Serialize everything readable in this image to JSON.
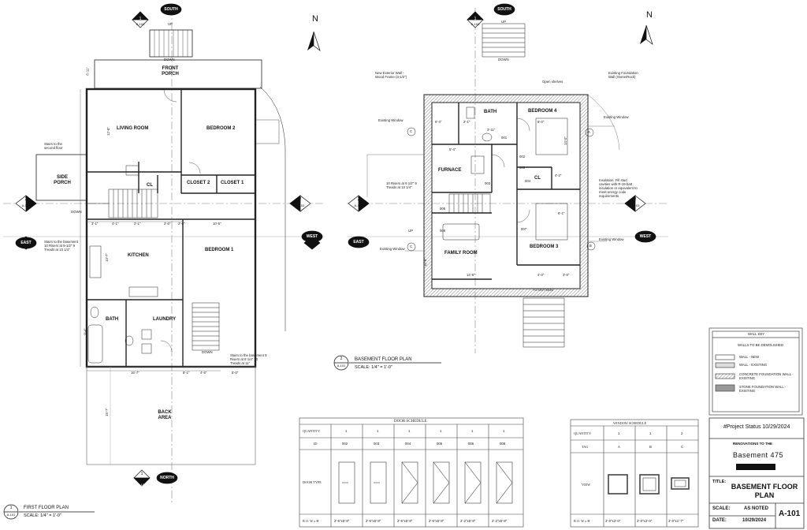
{
  "sheet": {
    "north_label": "N",
    "first_floor": {
      "title": "FIRST FLOOR PLAN",
      "scale": "SCALE: 1/4\" = 1'-0\"",
      "callout": {
        "num": "1",
        "sheet": "A-101"
      },
      "rooms": [
        "FRONT PORCH",
        "LIVING ROOM",
        "BEDROOM 2",
        "SIDE PORCH",
        "CL",
        "CLOSET 2",
        "CLOSET 1",
        "KITCHEN",
        "BEDROOM 1",
        "BATH",
        "LAUNDRY",
        "BACK AREA"
      ],
      "notes": [
        "Stairs to the second floor",
        "Stairs to the basement 10 Risers at 9-1/2\" 9 Treads at 10 1/4\"",
        "Stairs to the basement 9 Risers at 8 1/4\" 10 Treads at 11\""
      ],
      "stair_words": {
        "up": "UP",
        "down": "DOWN"
      },
      "dims": [
        "3'-1\"",
        "4'-1\"",
        "2'-1\"",
        "2'-6\"",
        "2'-6\"",
        "10'-5\"",
        "16'-7\"",
        "8'-1\"",
        "4'-8\"",
        "5'-0\"",
        "12'-8\"",
        "13'-7\"",
        "9'-4\"",
        "15'-7\"",
        "6'-11\""
      ],
      "markers": {
        "top": {
          "dir": "SOUTH",
          "num": "1",
          "sheet": "A-103"
        },
        "bottom": {
          "dir": "NORTH",
          "num": "1",
          "sheet": "A-103"
        },
        "left": {
          "num": "2",
          "sheet": "A-103"
        },
        "right": {
          "num": "2",
          "sheet": "A-103"
        },
        "east": "EAST",
        "west": "WEST"
      }
    },
    "basement": {
      "title": "BASEMENT FLOOR PLAN",
      "scale": "SCALE: 1/4\" = 1'-0\"",
      "callout": {
        "num": "2",
        "sheet": "A-101"
      },
      "rooms": [
        "BATH",
        "BEDROOM 4",
        "FURNACE",
        "CL",
        "FAMILY ROOM",
        "BEDROOM 3"
      ],
      "notes": [
        "New Exterior Wall - Wood Frame (3-1/2\")",
        "Open shelves",
        "Existing Foundation Wall (Stone/Rock)",
        "Existing Window",
        "Existing Window",
        "10 Risers at 9 1/2\" 9 Treads at 10 1/4\"",
        "Insulation: Fill stud cavities with R-19 batt insulation or equivalent to meet energy code requirements",
        "Existing Window",
        "Existing Window",
        "TO OUTSIDE"
      ],
      "door_tags": [
        "001",
        "002",
        "003",
        "004",
        "005",
        "006",
        "007",
        "008"
      ],
      "window_tags": [
        "A",
        "B",
        "C",
        "C"
      ],
      "stair_words": {
        "up": "UP",
        "down": "DOWN"
      },
      "dims": [
        "6'-4\"",
        "2'-1\"",
        "3'-11\"",
        "8'-0\"",
        "5'-4\"",
        "4'-2\"",
        "6'-1\"",
        "14'-6\"",
        "4'-0\"",
        "3'-5\"",
        "10'-8\"",
        "14'-0\""
      ],
      "markers": {
        "top": {
          "dir": "SOUTH",
          "num": "1",
          "sheet": "A-103"
        },
        "left": {
          "num": "2",
          "sheet": "A-103"
        },
        "right": {
          "num": "2",
          "sheet": "A-103"
        },
        "east": "EAST",
        "west": "WEST"
      }
    },
    "wall_key": {
      "title": "WALL KEY",
      "items": [
        "WALLS TO BE DEMOLISHED",
        "WALL - NEW",
        "WALL - EXISTING",
        "CONCRETE FOUNDATION WALL - EXISTING",
        "STONE FOUNDATION WALL - EXISTING"
      ]
    },
    "door_schedule": {
      "title": "DOOR SCHEDULE",
      "row_labels": [
        "QUANTITY",
        "ID",
        "DOOR TYPE",
        "R.O. W x H"
      ],
      "columns": [
        {
          "qty": "1",
          "id": "002",
          "ro": "2'-6\"x6'-8\""
        },
        {
          "qty": "1",
          "id": "003",
          "ro": "2'-6\"x6'-8\""
        },
        {
          "qty": "1",
          "id": "004",
          "ro": "2'-6\"x6'-8\""
        },
        {
          "qty": "1",
          "id": "005",
          "ro": "2'-6\"x6'-8\""
        },
        {
          "qty": "1",
          "id": "006",
          "ro": "2'-2\"x6'-8\""
        },
        {
          "qty": "1",
          "id": "008",
          "ro": "2'-2\"x5'-8\""
        }
      ]
    },
    "window_schedule": {
      "title": "WINDOW SCHEDULE",
      "row_labels": [
        "QUANTITY",
        "TAG",
        "VIEW",
        "R.O. W x H"
      ],
      "columns": [
        {
          "qty": "1",
          "tag": "A",
          "ro": "3'-0\"x3'-0\""
        },
        {
          "qty": "1",
          "tag": "B",
          "ro": "3'-0\"x3'-0\""
        },
        {
          "qty": "2",
          "tag": "C",
          "ro": "3'-0\"x1'-7\""
        }
      ]
    },
    "title_block": {
      "status": "#Project Status 10/29/2024",
      "renovations": "RENOVATIONS TO THE",
      "project": "Basement 475",
      "title_label": "TITLE:",
      "title_value": "BASEMENT FLOOR PLAN",
      "scale_label": "SCALE:",
      "scale_value": "AS NOTED",
      "date_label": "DATE:",
      "date_value": "10/29/2024",
      "sheet_no": "A-101"
    }
  }
}
